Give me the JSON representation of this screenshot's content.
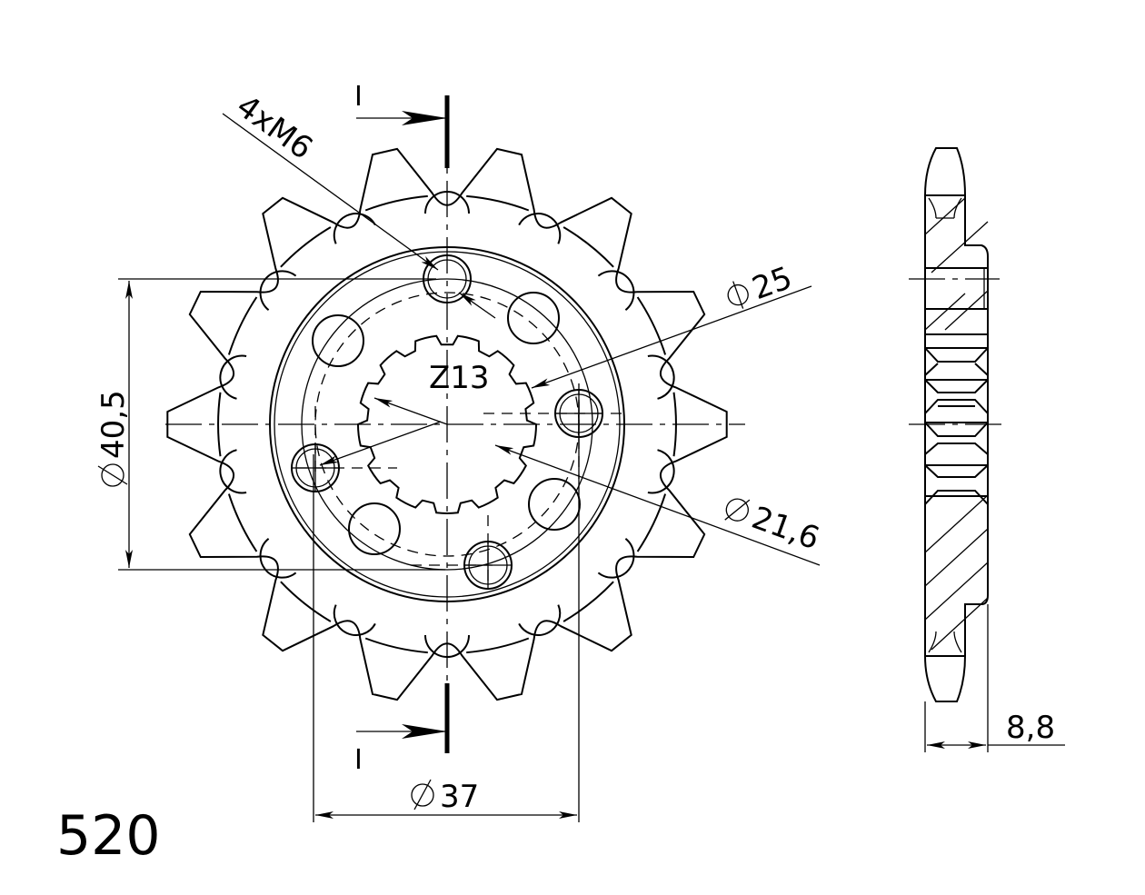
{
  "drawing": {
    "chain_pitch_label": "520",
    "spline_label": "Z13",
    "bolt_label": "4xM6",
    "section_marker": "I",
    "line_color": "#000000",
    "background_color": "#ffffff",
    "teeth_count": 14,
    "dimensions": {
      "bore_spline_diameter": "Ø21,6",
      "bolt_circle_diameter": "Ø25",
      "hub_diameter": "Ø40,5",
      "bolt_pitch_diameter": "Ø37",
      "thickness": "8,8"
    }
  }
}
